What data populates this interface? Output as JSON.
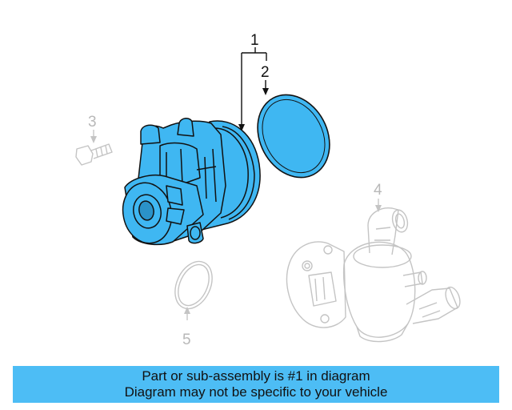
{
  "diagram": {
    "callouts": {
      "c1": "1",
      "c2": "2",
      "c3": "3",
      "c4": "4",
      "c5": "5"
    },
    "colors": {
      "highlight_fill": "#3fb7f2",
      "highlight_stroke": "#111111",
      "faded_stroke": "#c4c4c4",
      "callout_dark": "#111111",
      "callout_faded": "#b8b8b8"
    }
  },
  "banner": {
    "background": "#4dbdf5",
    "line1": "Part or sub-assembly is #1 in diagram",
    "line2": "Diagram may not be specific to your vehicle"
  }
}
